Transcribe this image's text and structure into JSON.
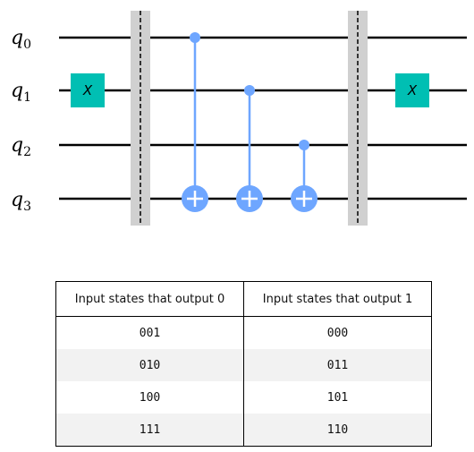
{
  "circuit": {
    "qubits": [
      {
        "name": "q",
        "index": "0"
      },
      {
        "name": "q",
        "index": "1"
      },
      {
        "name": "q",
        "index": "2"
      },
      {
        "name": "q",
        "index": "3"
      }
    ],
    "gates": [
      {
        "type": "X",
        "label": "X",
        "qubit": 1,
        "step": 0
      },
      {
        "type": "barrier",
        "step": 1
      },
      {
        "type": "CNOT",
        "control": 0,
        "target": 3,
        "step": 2
      },
      {
        "type": "CNOT",
        "control": 1,
        "target": 3,
        "step": 3
      },
      {
        "type": "CNOT",
        "control": 2,
        "target": 3,
        "step": 4
      },
      {
        "type": "barrier",
        "step": 5
      },
      {
        "type": "X",
        "label": "X",
        "qubit": 1,
        "step": 6
      }
    ],
    "colors": {
      "x_gate": "#00bfb3",
      "cnot": "#6ea6ff",
      "barrier": "#d0d0d0",
      "wire": "#000000"
    }
  },
  "table": {
    "headers": [
      "Input states that output 0",
      "Input states that output 1"
    ],
    "rows": [
      [
        "001",
        "000"
      ],
      [
        "010",
        "011"
      ],
      [
        "100",
        "101"
      ],
      [
        "111",
        "110"
      ]
    ]
  }
}
